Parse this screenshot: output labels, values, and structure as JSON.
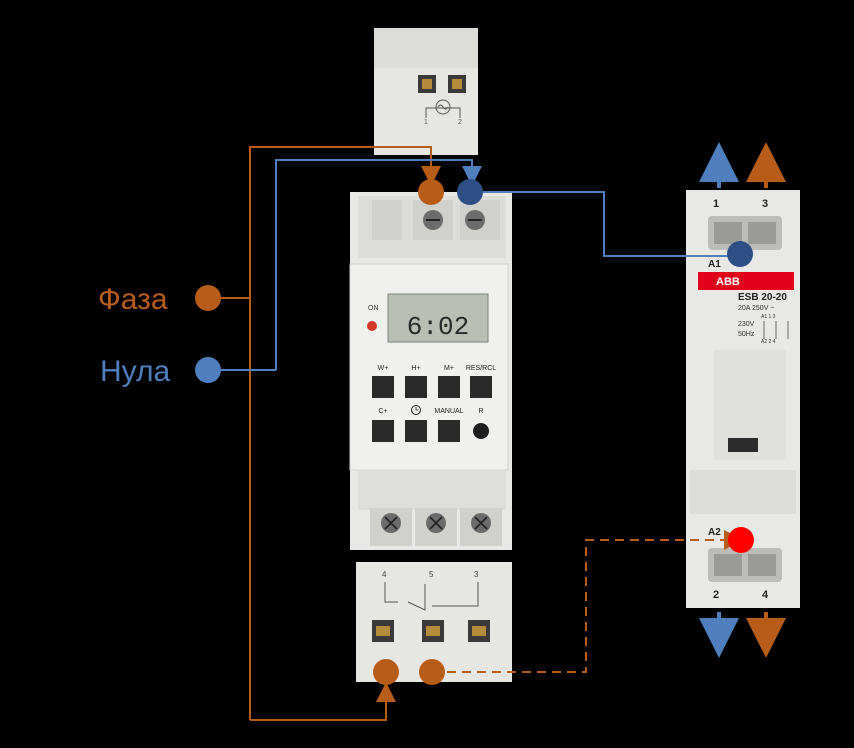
{
  "legend": {
    "phase_label": "Фаза",
    "neutral_label": "Нула"
  },
  "colors": {
    "background": "#000000",
    "phase": "#b85c1a",
    "neutral": "#4f7fbf",
    "neutral_dot": "#2d4f86",
    "coil_dot": "#ff0000",
    "abb_red": "#e2001a"
  },
  "timer": {
    "display": "6:02",
    "on_label": "ON",
    "buttons_row1": [
      "W+",
      "H+",
      "M+",
      "RES/RCL"
    ],
    "buttons_row2_left": "C+",
    "manual_label": "MANUAL",
    "reset_label": "R"
  },
  "contactor": {
    "brand": "ABB",
    "model": "ESB 20-20",
    "rating": "20A  250V ~",
    "voltage": "230V",
    "freq": "50Hz",
    "top_terminals": [
      "1",
      "3"
    ],
    "bottom_terminals": [
      "2",
      "4"
    ],
    "coil_top": "A1",
    "coil_bottom": "A2",
    "diagram_top": "A1  1  3",
    "diagram_bottom": "A2  2  4"
  },
  "power_terminal": {
    "pins": [
      "1",
      "2"
    ]
  },
  "relay_terminal": {
    "pins": [
      "4",
      "5",
      "3"
    ]
  }
}
